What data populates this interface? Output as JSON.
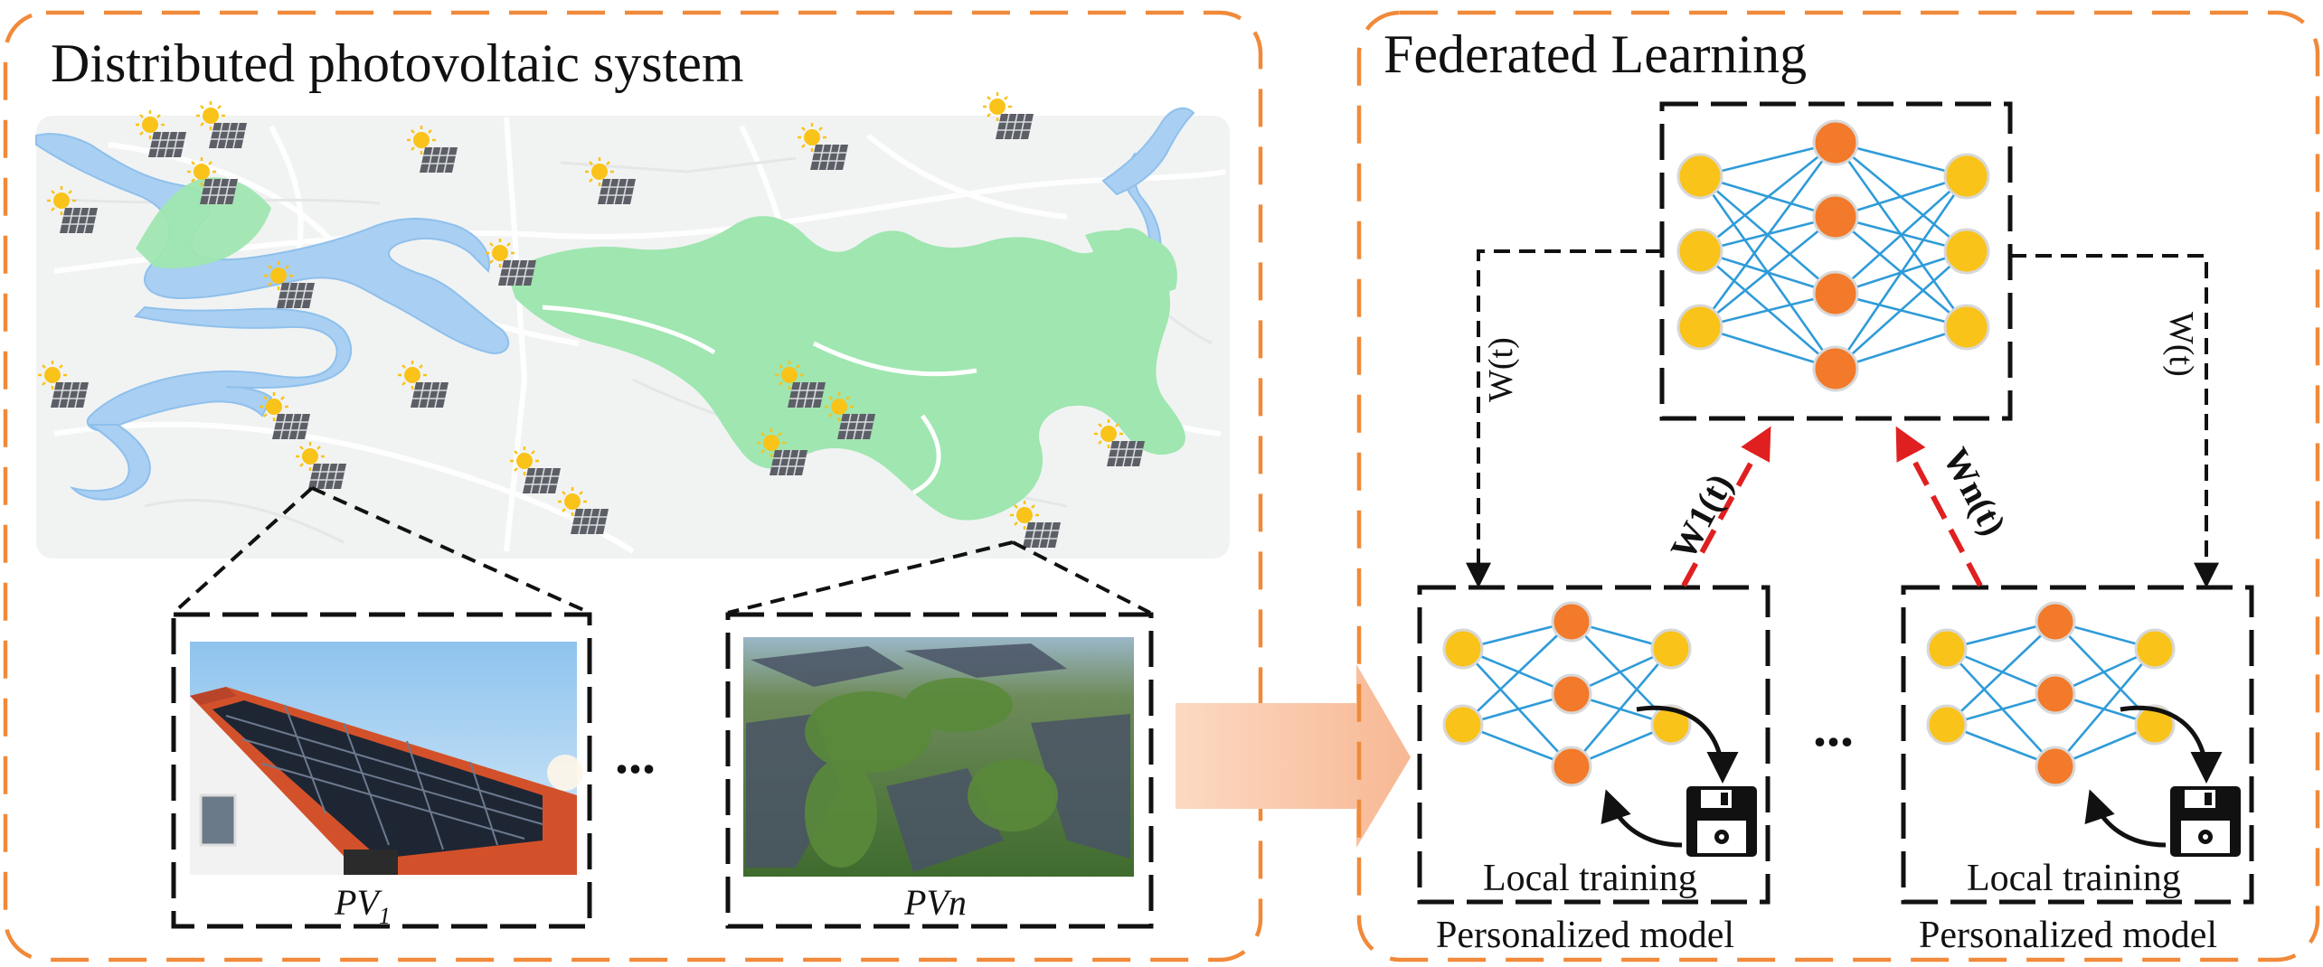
{
  "left_panel": {
    "title": "Distributed photovoltaic system",
    "pv_first": {
      "main": "PV",
      "sub": "1"
    },
    "pv_last": "PVn",
    "ellipsis": "..."
  },
  "right_panel": {
    "title": "Federated Learning",
    "global_weight_label": "W(t)",
    "upload_label_1": "W1(t)",
    "upload_label_n": "Wn(t)",
    "local_training_label": "Local training",
    "personalized_model_label": "Personalized model",
    "ellipsis": "..."
  },
  "colors": {
    "frame_orange": "#F08A3A",
    "node_yellow": "#F9C31A",
    "node_orange": "#F27A2A",
    "edge_blue": "#2F9BD8",
    "upload_red": "#E02020",
    "map_water": "#A9CFF2",
    "map_green": "#9FE6B0",
    "map_bg": "#F1F3F3"
  },
  "icons": [
    "sun-icon",
    "solar-panel-icon",
    "floppy-disk-icon",
    "curved-arrow-icon"
  ]
}
